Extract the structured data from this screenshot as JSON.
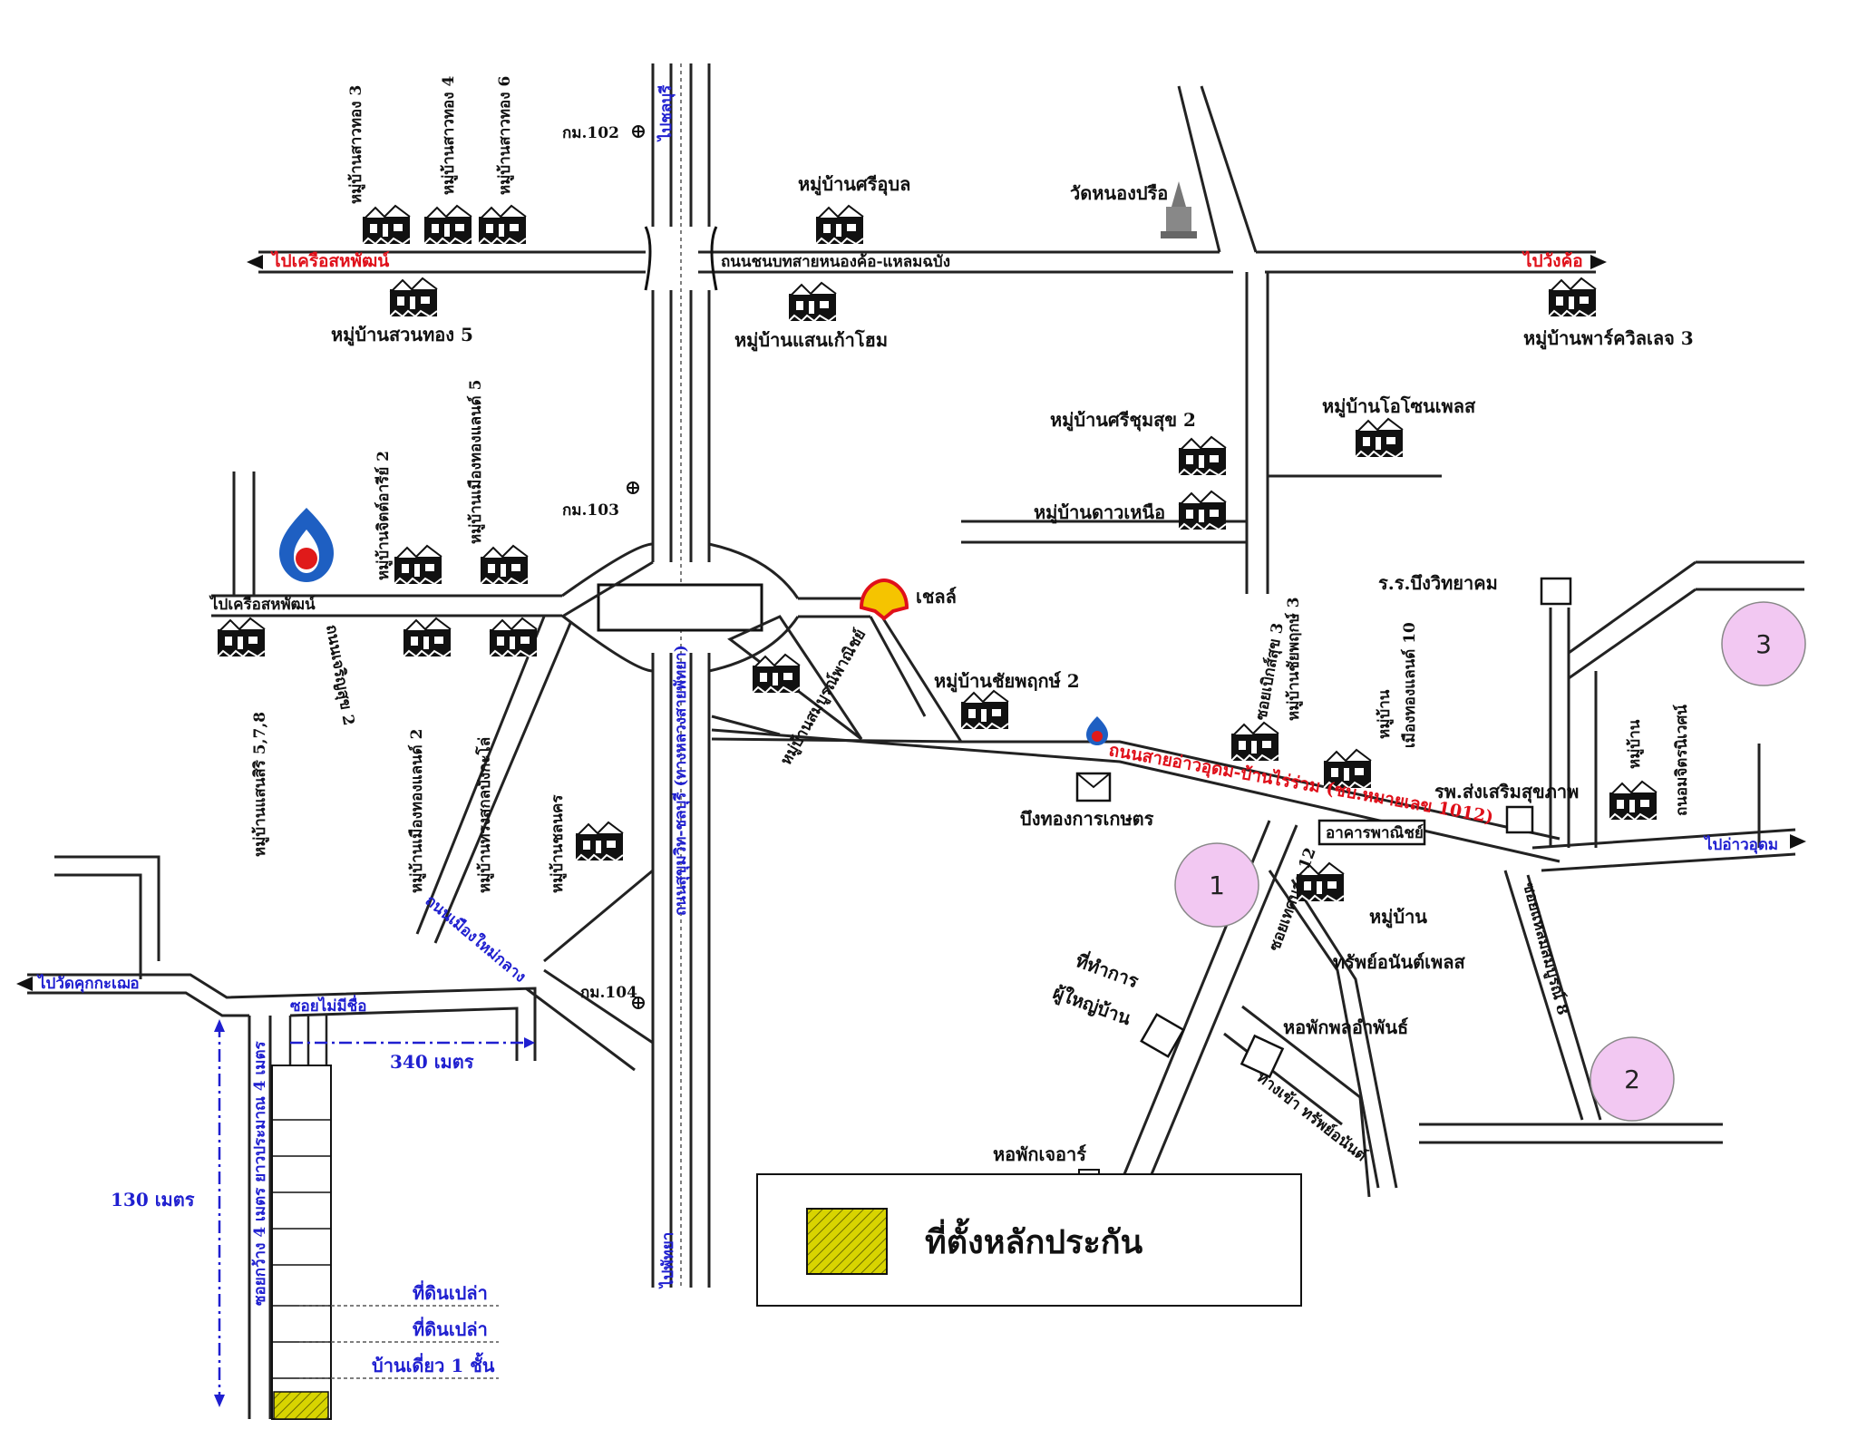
{
  "directions": {
    "to_phra_samut_chedi_top": "ไปเครือสหพัฒน์",
    "to_wang_lo": "ไปวังค้อ",
    "to_chonburi": "ไปชลบุรี",
    "to_pattaya": "ไปพัทยา",
    "to_phra_samut_chedi_mid": "ไปเครือสหพัฒน์",
    "to_wat_khut": "ไปวัดคุกกะเฌอ",
    "to_ao_udom": "ไปอ่าวอุดม"
  },
  "roads": {
    "sukhumvit": "ถนนสุขุมวิท-ชลบุรี (ทางหลวงสายพัทยา)",
    "nong_kho_laem_chabang": "ถนนชนบทสายหนองค้อ-แหลมฉบัง",
    "saeng_samran": "ถนนสายอ่าวอุดม-บ้านไร่ร่วม (ชบ.หมายเลข 1012)",
    "nong_khlong_yai": "ถนนเมืองใหม่กลาง",
    "soi_no_name": "ซอยไม่มีชื่อ",
    "soi_small": "ซอยกว้าง 4 เมตร ยาวประมาณ 4 เมตร",
    "soi_saemtsuk": "ซอยเบิกส์สุข 3",
    "soi_amnuay": "ซอยแหลมสมบูรณ์ 8",
    "soi_khlong": "ซอยเทศบาล 12",
    "soi_wat": "ถนนเจริญสุข 2",
    "soi_row": "ทางเข้า ทรัพย์อนันต์"
  },
  "km_markers": [
    "กม.102",
    "กม.103",
    "กม.104"
  ],
  "villages": {
    "sao_thong_3": "หมู่บ้านสาวทอง 3",
    "sao_thong_4": "หมู่บ้านสาวทอง 4",
    "sao_thong_6": "หมู่บ้านสาวทอง 6",
    "sri_ubon": "หมู่บ้านศรีอุบล",
    "suan_thong_5": "หมู่บ้านสวนทอง 5",
    "saen_kao_hom": "หมู่บ้านแสนเก้าโฮม",
    "park_villa_3": "หมู่บ้านพาร์ควิลเลจ 3",
    "sri_chumsuk_2": "หมู่บ้านศรีชุมสุข 2",
    "o_zone_place": "หมู่บ้านโอโซนเพลส",
    "dao_nuea": "หมู่บ้านดาวเหนือ",
    "muang_thong_land_5": "หมู่บ้านเมืองทองแลนด์ 5",
    "jitarom_2": "หมู่บ้านจิตต์อารีย์ 2",
    "muang_thong_land_2": "หมู่บ้านเมืองทองแลนด์ 2",
    "songsrisiwat": "หมู่บ้านทรงสกลบังกะโล่",
    "saensiri": "หมู่บ้านแสนสิริ 5,7,8",
    "somboonphanit": "หมู่บ้านสมบูรณ์พาณิชย์",
    "chonkra": "หมู่บ้านชลนคร",
    "chaiyapruek_2": "หมู่บ้านชัยพฤกษ์ 2",
    "chaiyapruek_3": "หมู่บ้านชัยพฤกษ์ 3",
    "muang_thong_land_10_a": "หมู่บ้าน",
    "muang_thong_land_10_b": "เมืองทองแลนด์ 10",
    "sap_anan_a": "หมู่บ้าน",
    "sap_anan_b": "ทรัพย์อนันต์เพลส",
    "tr_nong_a": "หมู่บ้าน",
    "tr_nong_b": "ถนอมจิตรนิเวศน์"
  },
  "landmarks": {
    "wat": "วัดหนองปรือ",
    "shell": "เชลล์",
    "bueng_thong": "บึงทองการเกษตร",
    "school": "ร.ร.บึงวิทยาคม",
    "clinic": "รพ.ส่งเสริมสุขภาพ",
    "commercial": "อาคารพาณิชย์",
    "office_a": "ที่ทำการ",
    "office_b": "ผู้ใหญ่บ้าน",
    "dorm_ampan": "หอพักพลอำพันธ์",
    "dorm_four": "หอพักเจอาร์"
  },
  "distances": {
    "width": "340 เมตร",
    "height": "130 เมตร"
  },
  "plots": {
    "vacant_1": "ที่ดินเปล่า",
    "vacant_2": "ที่ดินเปล่า",
    "house": "บ้านเดี่ยว 1 ชั้น"
  },
  "circles": [
    "1",
    "2",
    "3"
  ],
  "legend": {
    "label": "ที่ตั้งหลักประกัน"
  },
  "colors": {
    "road_red": "#e0101a",
    "blue_text": "#1f1fd0",
    "circle_fill": "#f2c8f2",
    "collateral_fill": "#d8d400"
  },
  "icons": [
    "house-icon",
    "temple-icon",
    "ptt-logo-icon",
    "shell-logo-icon",
    "km-marker-icon"
  ]
}
